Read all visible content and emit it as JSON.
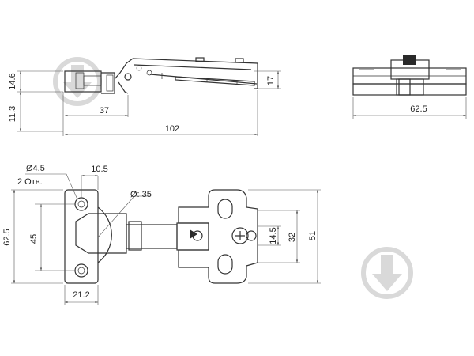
{
  "colors": {
    "line": "#333333",
    "dimension": "#555555",
    "watermark": "#d9d9d9",
    "background": "#ffffff"
  },
  "watermark_icon": "down-arrow-circle-icon",
  "top_view": {
    "dims": {
      "height_upper": "14.6",
      "height_lower": "11.3",
      "cup_offset": "37",
      "total_length": "102",
      "arm_height": "17"
    }
  },
  "end_view": {
    "dims": {
      "width": "62.5"
    }
  },
  "plan_view": {
    "dims": {
      "hole_diameter": "Ø4.5",
      "hole_count": "2 Отв.",
      "hole_offset": "10.5",
      "cup_diameter": "Ø: 35",
      "plate_height": "62.5",
      "hole_spacing": "45",
      "plate_width": "21.2",
      "slot_spacing": "14.5",
      "screw_spacing": "32",
      "mount_height": "51"
    }
  }
}
